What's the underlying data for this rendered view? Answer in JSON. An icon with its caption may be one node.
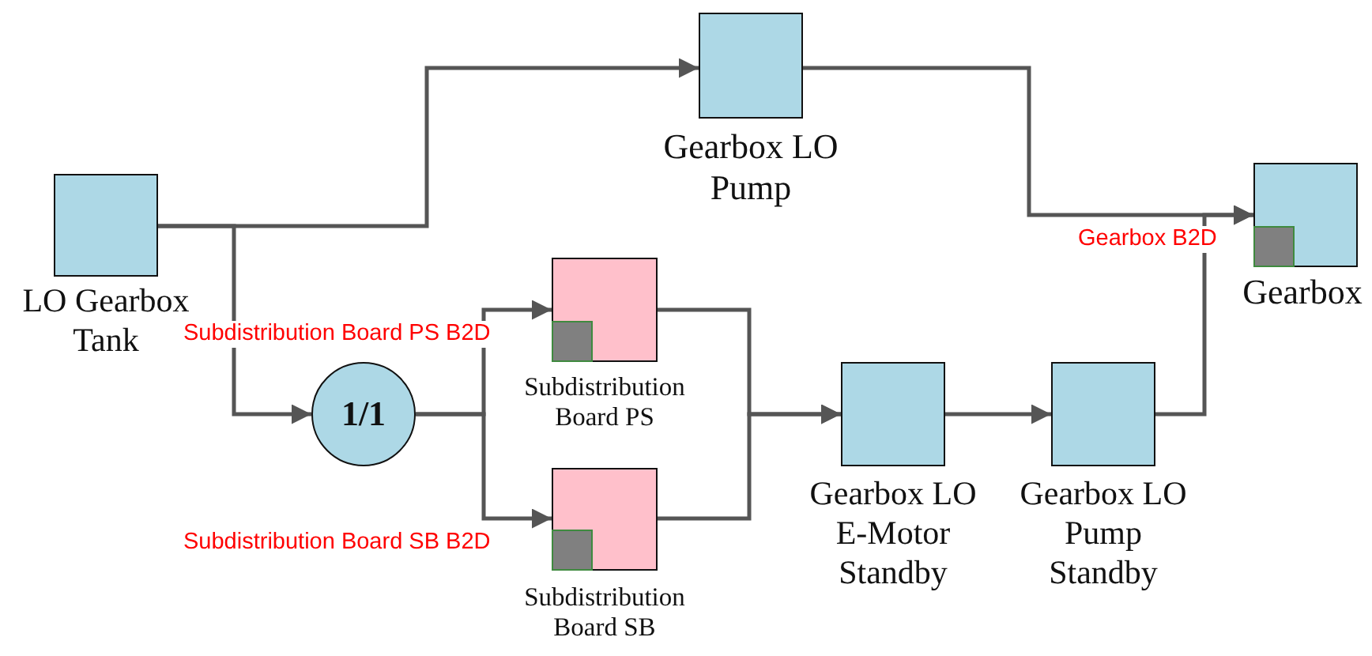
{
  "diagram": {
    "nodes": [
      {
        "text": [
          "LO Gearbox Tank"
        ]
      },
      {
        "text": [
          "Gearbox LO Pump"
        ]
      },
      {
        "text": [
          "Gearbox"
        ]
      },
      {
        "text": [
          "1/1"
        ]
      },
      {
        "text": [
          "Subdistribution Board PS"
        ]
      },
      {
        "text": [
          "Subdistribution Board SB"
        ]
      },
      {
        "text": [
          "Gearbox LO E-Motor Standby"
        ]
      },
      {
        "text": [
          "Gearbox LO Pump Standby"
        ]
      }
    ],
    "edges": [
      {
        "from": 0,
        "to": 1,
        "arrow": "to"
      },
      {
        "from": 0,
        "to": 3,
        "arrow": "to"
      },
      {
        "from": 1,
        "to": 2,
        "arrow": "to"
      },
      {
        "from": 3,
        "to": 4,
        "arrow": "to"
      },
      {
        "from": 3,
        "to": 5,
        "arrow": "to"
      },
      {
        "from": 4,
        "to": 6,
        "arrow": "to"
      },
      {
        "from": 5,
        "to": 6,
        "arrow": "to"
      },
      {
        "from": 6,
        "to": 7,
        "arrow": "to"
      },
      {
        "from": 7,
        "to": 2,
        "arrow": "to"
      }
    ],
    "labels": [
      "Gearbox B2D",
      "Subdistribution Board PS B2D",
      "Subdistribution Board SB B2D"
    ]
  }
}
